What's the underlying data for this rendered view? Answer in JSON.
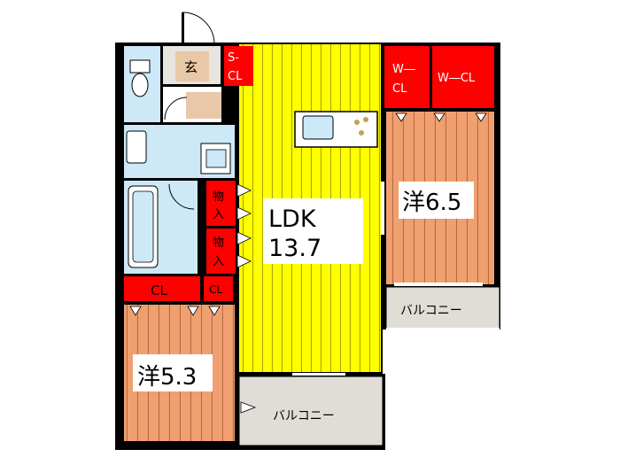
{
  "plan": {
    "rooms": {
      "ldk_name": "LDK",
      "ldk_size": "13.7",
      "western1_label": "洋6.5",
      "western2_label": "洋5.3",
      "entrance_label": "玄",
      "balcony_right_label": "バルコニー",
      "balcony_bottom_label": "バルコニー"
    },
    "storage": {
      "shoe_closet_line1": "S-",
      "shoe_closet_line2": "CL",
      "walkin_closet_left_line1": "W―",
      "walkin_closet_left_line2": "CL",
      "walkin_closet_right": "W―CL",
      "closet_western2": "CL",
      "closet_small": "CL",
      "storage_upper_line1": "物",
      "storage_upper_line2": "入",
      "storage_lower_line1": "物",
      "storage_lower_line2": "入"
    },
    "colors": {
      "wall": "#000000",
      "ldk_floor": "#ffff00",
      "ldk_stripe": "#a8a800",
      "western_floor": "#f0a070",
      "western_stripe": "#b86a40",
      "closet": "#ff0000",
      "wet_area": "#cde9f7",
      "entrance_floor": "#e8c8a8",
      "balcony": "#e0dcd6"
    }
  }
}
